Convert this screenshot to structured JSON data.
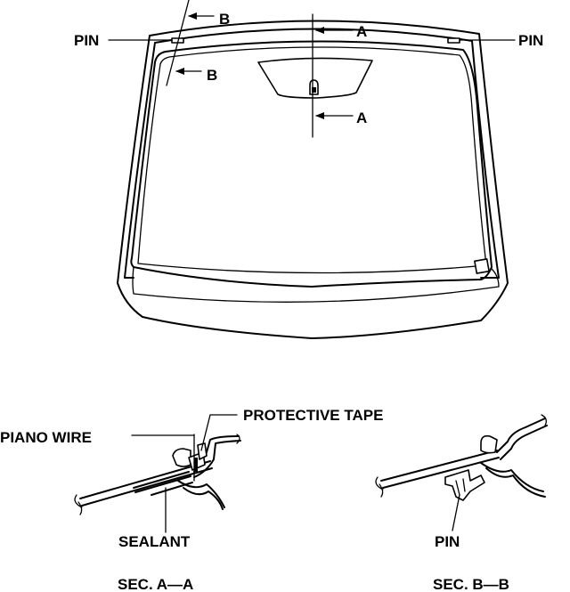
{
  "labels": {
    "pin_left": "PIN",
    "pin_right": "PIN",
    "cut_b_top": "B",
    "cut_b_bottom": "B",
    "cut_a_top": "A",
    "cut_a_bottom": "A",
    "piano_wire": "PIANO WIRE",
    "protective_tape": "PROTECTIVE TAPE",
    "sealant": "SEALANT",
    "pin_section": "PIN",
    "section_a_title": "SEC. A—A",
    "section_b_title": "SEC. B—B"
  },
  "colors": {
    "line": "#000000",
    "background": "#ffffff"
  }
}
